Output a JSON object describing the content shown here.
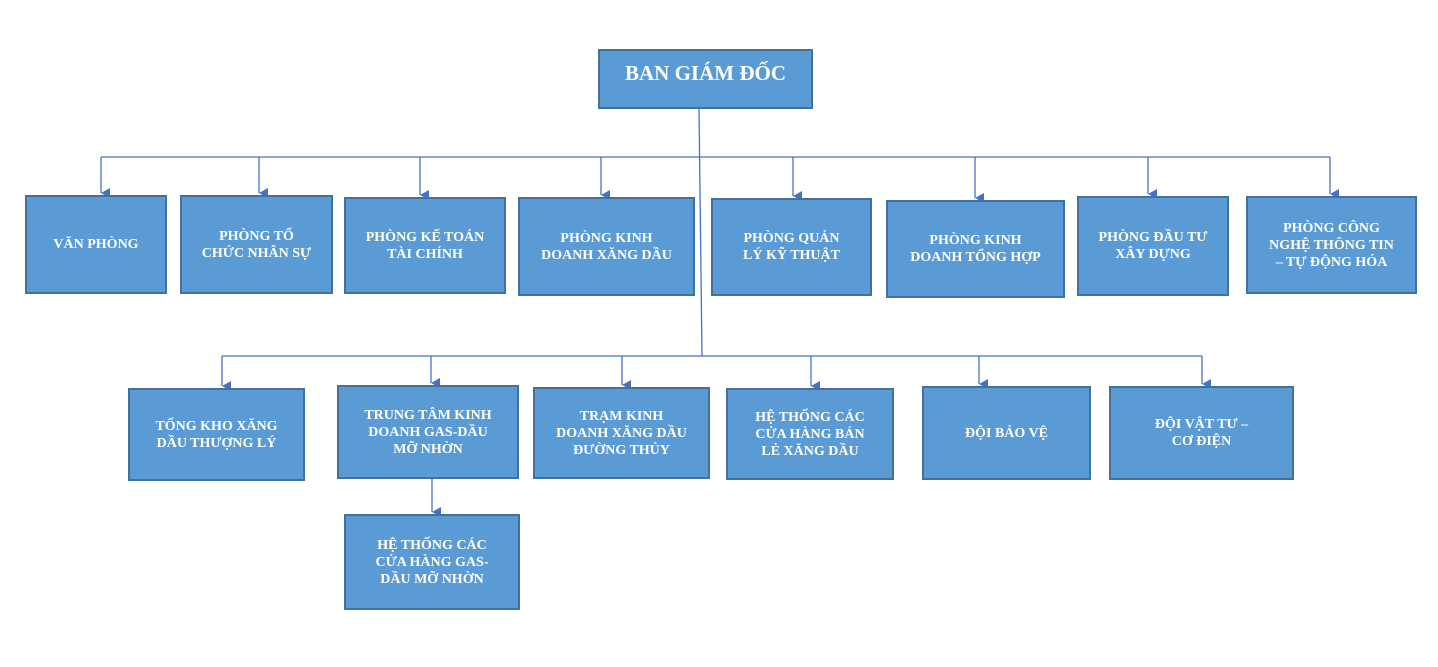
{
  "root": {
    "label": "BAN GIÁM ĐỐC"
  },
  "row1": [
    {
      "label": "VĂN PHÒNG"
    },
    {
      "label": "PHÒNG TỔ\nCHỨC NHÂN SỰ"
    },
    {
      "label": "PHÒNG KẾ TOÁN\nTÀI CHÍNH"
    },
    {
      "label": "PHÒNG KINH\nDOANH XĂNG DẦU"
    },
    {
      "label": "PHÒNG QUẢN\nLÝ KỸ THUẬT"
    },
    {
      "label": "PHÒNG KINH\nDOANH TỔNG HỢP"
    },
    {
      "label": "PHÒNG ĐẦU TƯ\nXÂY DỰNG"
    },
    {
      "label": "PHÒNG CÔNG\nNGHỆ THÔNG TIN\n– TỰ ĐỘNG HÓA"
    }
  ],
  "row2": [
    {
      "label": "TỔNG KHO XĂNG\nDẦU THƯỢNG LÝ"
    },
    {
      "label": "TRUNG TÂM KINH\nDOANH GAS-DẦU\nMỠ NHỜN"
    },
    {
      "label": "TRẠM KINH\nDOANH XĂNG DẦU\nĐƯỜNG THỦY"
    },
    {
      "label": "HỆ THỐNG CÁC\nCỬA HÀNG BÁN\nLẺ XĂNG DẦU"
    },
    {
      "label": "ĐỘI BẢO VỆ"
    },
    {
      "label": "ĐỘI VẬT TƯ –\nCƠ ĐIỆN"
    }
  ],
  "sub": {
    "label": "HỆ THỐNG CÁC\nCỬA HÀNG GAS-\nDẦU MỠ NHỜN"
  },
  "colors": {
    "box_fill": "#5b9bd5",
    "box_border": "#41719c",
    "connector": "#4472c4",
    "text": "#ffffff"
  }
}
